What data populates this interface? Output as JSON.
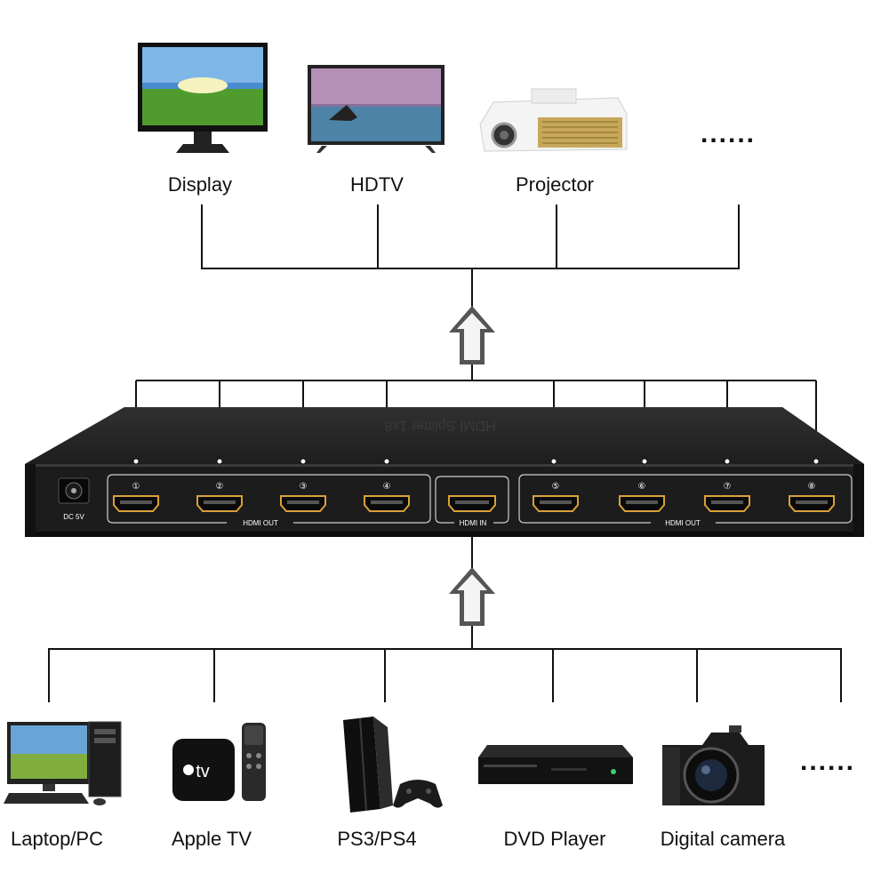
{
  "outputs": [
    {
      "label": "Display",
      "icon": "monitor-icon"
    },
    {
      "label": "HDTV",
      "icon": "tv-icon"
    },
    {
      "label": "Projector",
      "icon": "projector-icon"
    },
    {
      "label": "......",
      "icon": "more-icon"
    }
  ],
  "inputs": [
    {
      "label": "Laptop/PC",
      "icon": "desktop-pc-icon"
    },
    {
      "label": "Apple TV",
      "icon": "apple-tv-icon"
    },
    {
      "label": "PS3/PS4",
      "icon": "game-console-icon"
    },
    {
      "label": "DVD Player",
      "icon": "dvd-player-icon"
    },
    {
      "label": "Digital camera",
      "icon": "camera-icon"
    },
    {
      "label": "......",
      "icon": "more-icon"
    }
  ],
  "device": {
    "power_label": "DC 5V",
    "hdmi_out_label": "HDMI OUT",
    "hdmi_in_label": "HDMI IN",
    "port_numbers": [
      "①",
      "②",
      "③",
      "④",
      "⑤",
      "⑥",
      "⑦",
      "⑧"
    ],
    "top_print": "HDMI Splitter 1x8",
    "body_color": "#1c1c1c"
  }
}
